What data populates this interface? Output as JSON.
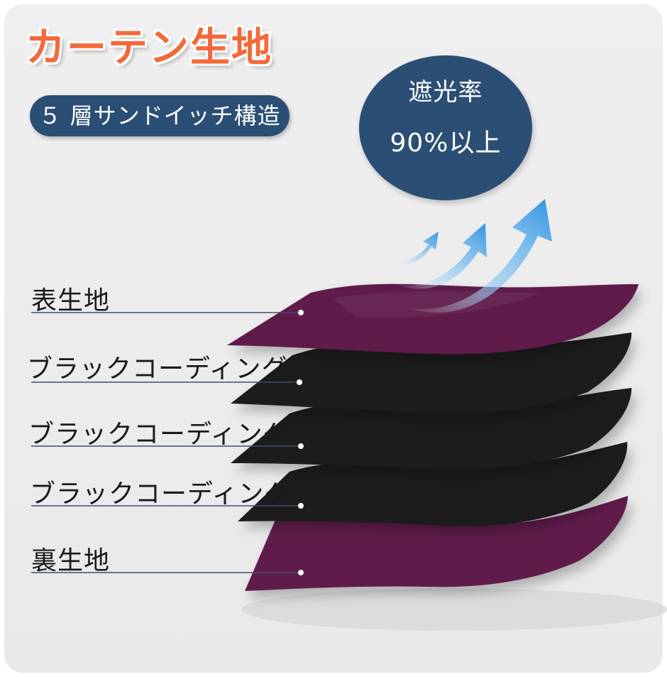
{
  "title": "カーテン生地",
  "badge": "５ 層サンドイッチ構造",
  "circle": {
    "line1": "遮光率",
    "line2": "90%以上"
  },
  "layers": [
    {
      "label": "表生地",
      "color": "#5e1b4c"
    },
    {
      "label": "ブラックコーディング",
      "color": "#1c1c1c"
    },
    {
      "label": "ブラックコーディング",
      "color": "#1c1c1c"
    },
    {
      "label": "ブラックコーディング",
      "color": "#1c1c1c"
    },
    {
      "label": "裏生地",
      "color": "#5e1b4c"
    }
  ],
  "colors": {
    "accent": "#f26a3a",
    "navy": "#2b4f74",
    "arrow": "#3fa2e6"
  }
}
